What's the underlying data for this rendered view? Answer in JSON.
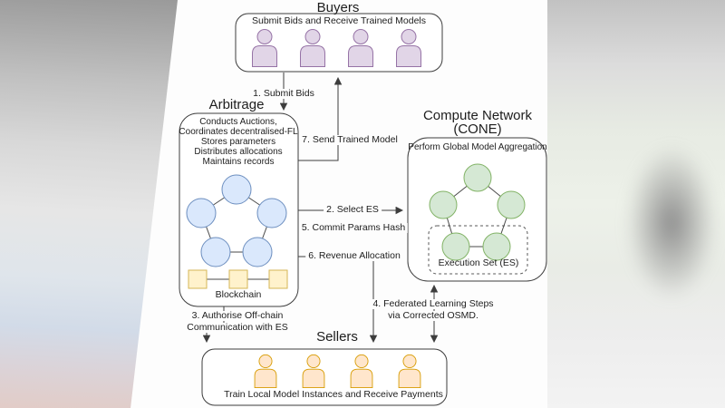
{
  "buyers": {
    "title": "Buyers",
    "subtitle": "Submit Bids and Receive Trained Models"
  },
  "arbitrage": {
    "title": "Arbitrage",
    "lines": [
      "Conducts Auctions,",
      "Coordinates decentralised-FL",
      "Stores parameters",
      "Distributes allocations",
      "Maintains records"
    ],
    "blockchain_label": "Blockchain"
  },
  "cone": {
    "title_line1": "Compute Network",
    "title_line2": "(CONE)",
    "subtitle": "Perform Global Model Aggregation",
    "execution_set_label": "Execution Set (ES)"
  },
  "sellers": {
    "title": "Sellers",
    "subtitle": "Train Local Model Instances and Receive Payments"
  },
  "edges": {
    "e1": "1. Submit Bids",
    "e2": "2. Select ES",
    "e3_line1": "3. Authorise Off-chain",
    "e3_line2": "Communication with ES",
    "e4_line1": "4. Federated Learning Steps",
    "e4_line2": "via Corrected OSMD.",
    "e5": "5. Commit Params Hash",
    "e6": "6. Revenue Allocation",
    "e7": "7. Send Trained Model"
  },
  "colors": {
    "buyer_fill": "#e1d5e7",
    "buyer_stroke": "#9673a6",
    "arbitrage_node_fill": "#dae8fc",
    "arbitrage_node_stroke": "#6c8ebf",
    "blockchain_fill": "#fff2cc",
    "blockchain_stroke": "#d6b656",
    "cone_node_fill": "#d5e8d4",
    "cone_node_stroke": "#82b366",
    "seller_fill": "#ffe6cc",
    "seller_stroke": "#d79b00",
    "line": "#3d3d3d"
  }
}
